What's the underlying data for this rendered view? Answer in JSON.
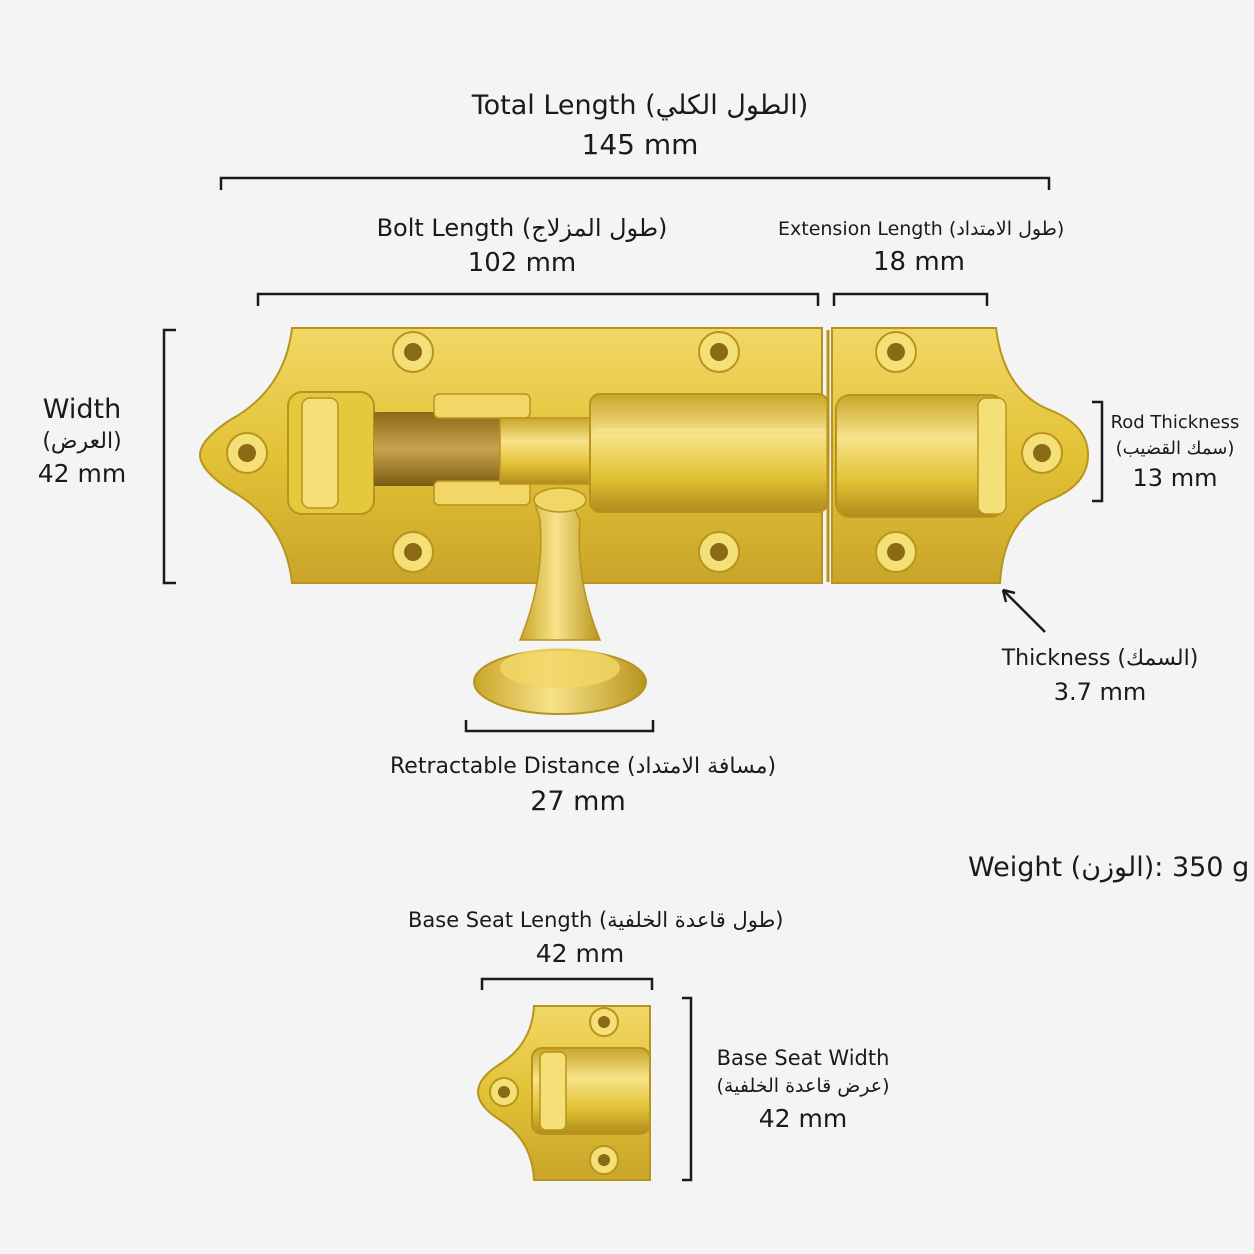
{
  "total_length": {
    "label": "Total Length (الطول الكلي)",
    "value": "145 mm"
  },
  "bolt_length": {
    "label": "Bolt Length (طول المزلاج)",
    "value": "102 mm"
  },
  "extension_length": {
    "label": "Extension Length (طول الامتداد)",
    "value": "18 mm"
  },
  "width": {
    "label": "Width",
    "label_ar": "(العرض)",
    "value": "42 mm"
  },
  "rod_thickness": {
    "label": "Rod Thickness",
    "label_ar": "(سمك القضيب)",
    "value": "13 mm"
  },
  "thickness": {
    "label": "Thickness (السمك)",
    "value": "3.7 mm"
  },
  "retractable_distance": {
    "label": "Retractable Distance (مسافة الامتداد)",
    "value": "27 mm"
  },
  "weight": {
    "text": "Weight (الوزن): 350 g"
  },
  "base_seat_length": {
    "label": "Base Seat Length (طول قاعدة الخلفية)",
    "value": "42 mm"
  },
  "base_seat_width": {
    "label": "Base Seat Width",
    "label_ar": "(عرض قاعدة الخلفية)",
    "value": "42 mm"
  },
  "colors": {
    "brass": "#e2c236",
    "brass_dark": "#b8941e",
    "brass_light": "#f5df77",
    "line": "#1a1a1a"
  }
}
